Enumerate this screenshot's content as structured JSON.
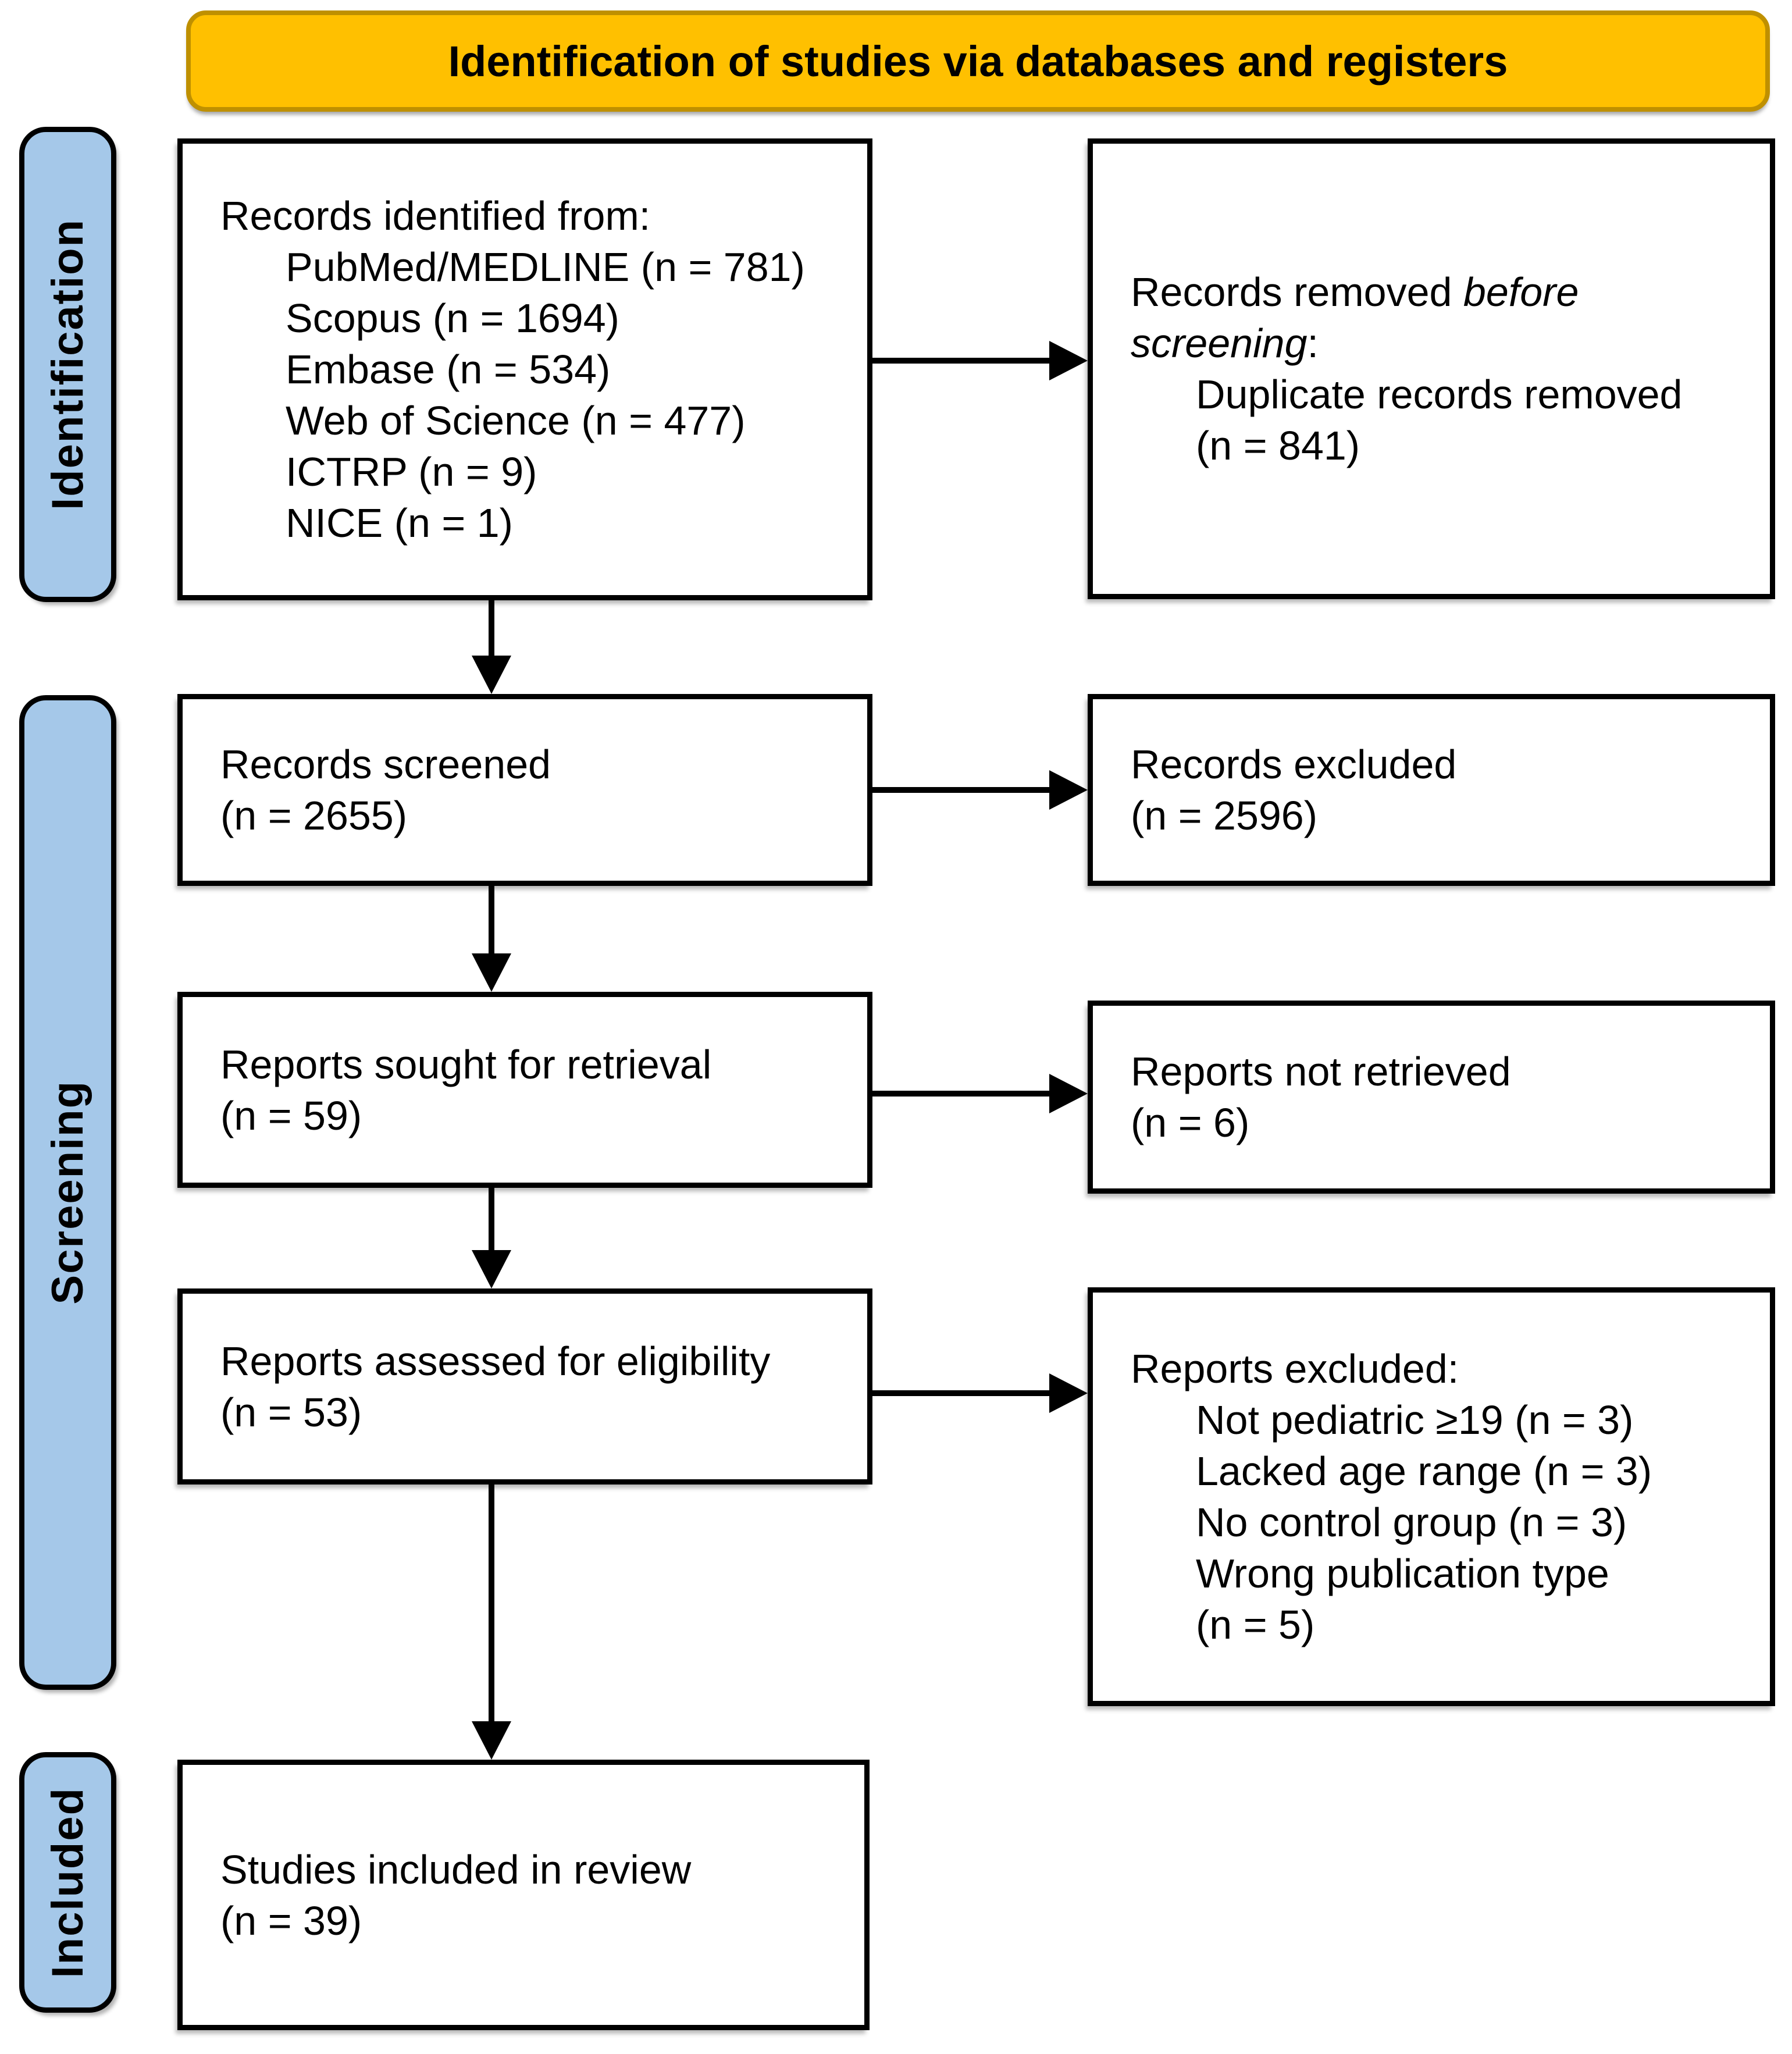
{
  "banner": {
    "title": "Identification of studies via databases and registers"
  },
  "stages": [
    {
      "label": "Identification"
    },
    {
      "label": "Screening"
    },
    {
      "label": "Included"
    }
  ],
  "boxes": {
    "identified": {
      "lines": [
        "Records identified from:",
        "PubMed/MEDLINE (n = 781)",
        "Scopus (n = 1694)",
        "Embase (n = 534)",
        "Web of Science (n = 477)",
        "ICTRP (n = 9)",
        "NICE (n = 1)"
      ]
    },
    "removed": {
      "title_pre": "Records removed ",
      "title_italic": "before screening",
      "title_post": ":",
      "lines": [
        "Duplicate records removed",
        "(n = 841)"
      ]
    },
    "screened": {
      "lines": [
        "Records screened",
        "(n = 2655)"
      ]
    },
    "excluded": {
      "lines": [
        "Records excluded",
        "(n = 2596)"
      ]
    },
    "sought": {
      "lines": [
        "Reports sought for retrieval",
        "(n = 59)"
      ]
    },
    "not_retrieved": {
      "lines": [
        "Reports not retrieved",
        "(n = 6)"
      ]
    },
    "assessed": {
      "lines": [
        "Reports assessed for eligibility",
        "(n = 53)"
      ]
    },
    "reports_excluded": {
      "lines": [
        "Reports excluded:",
        "Not pediatric ≥19 (n = 3)",
        "Lacked age range (n = 3)",
        "No control group (n = 3)",
        "Wrong publication type",
        "(n = 5)"
      ]
    },
    "included": {
      "lines": [
        "Studies included in review",
        "(n = 39)"
      ]
    }
  },
  "colors": {
    "banner_fill": "#FFC000",
    "banner_border": "#BF9000",
    "stage_fill": "#A5C8E9",
    "box_border": "#000000",
    "arrow": "#000000"
  }
}
